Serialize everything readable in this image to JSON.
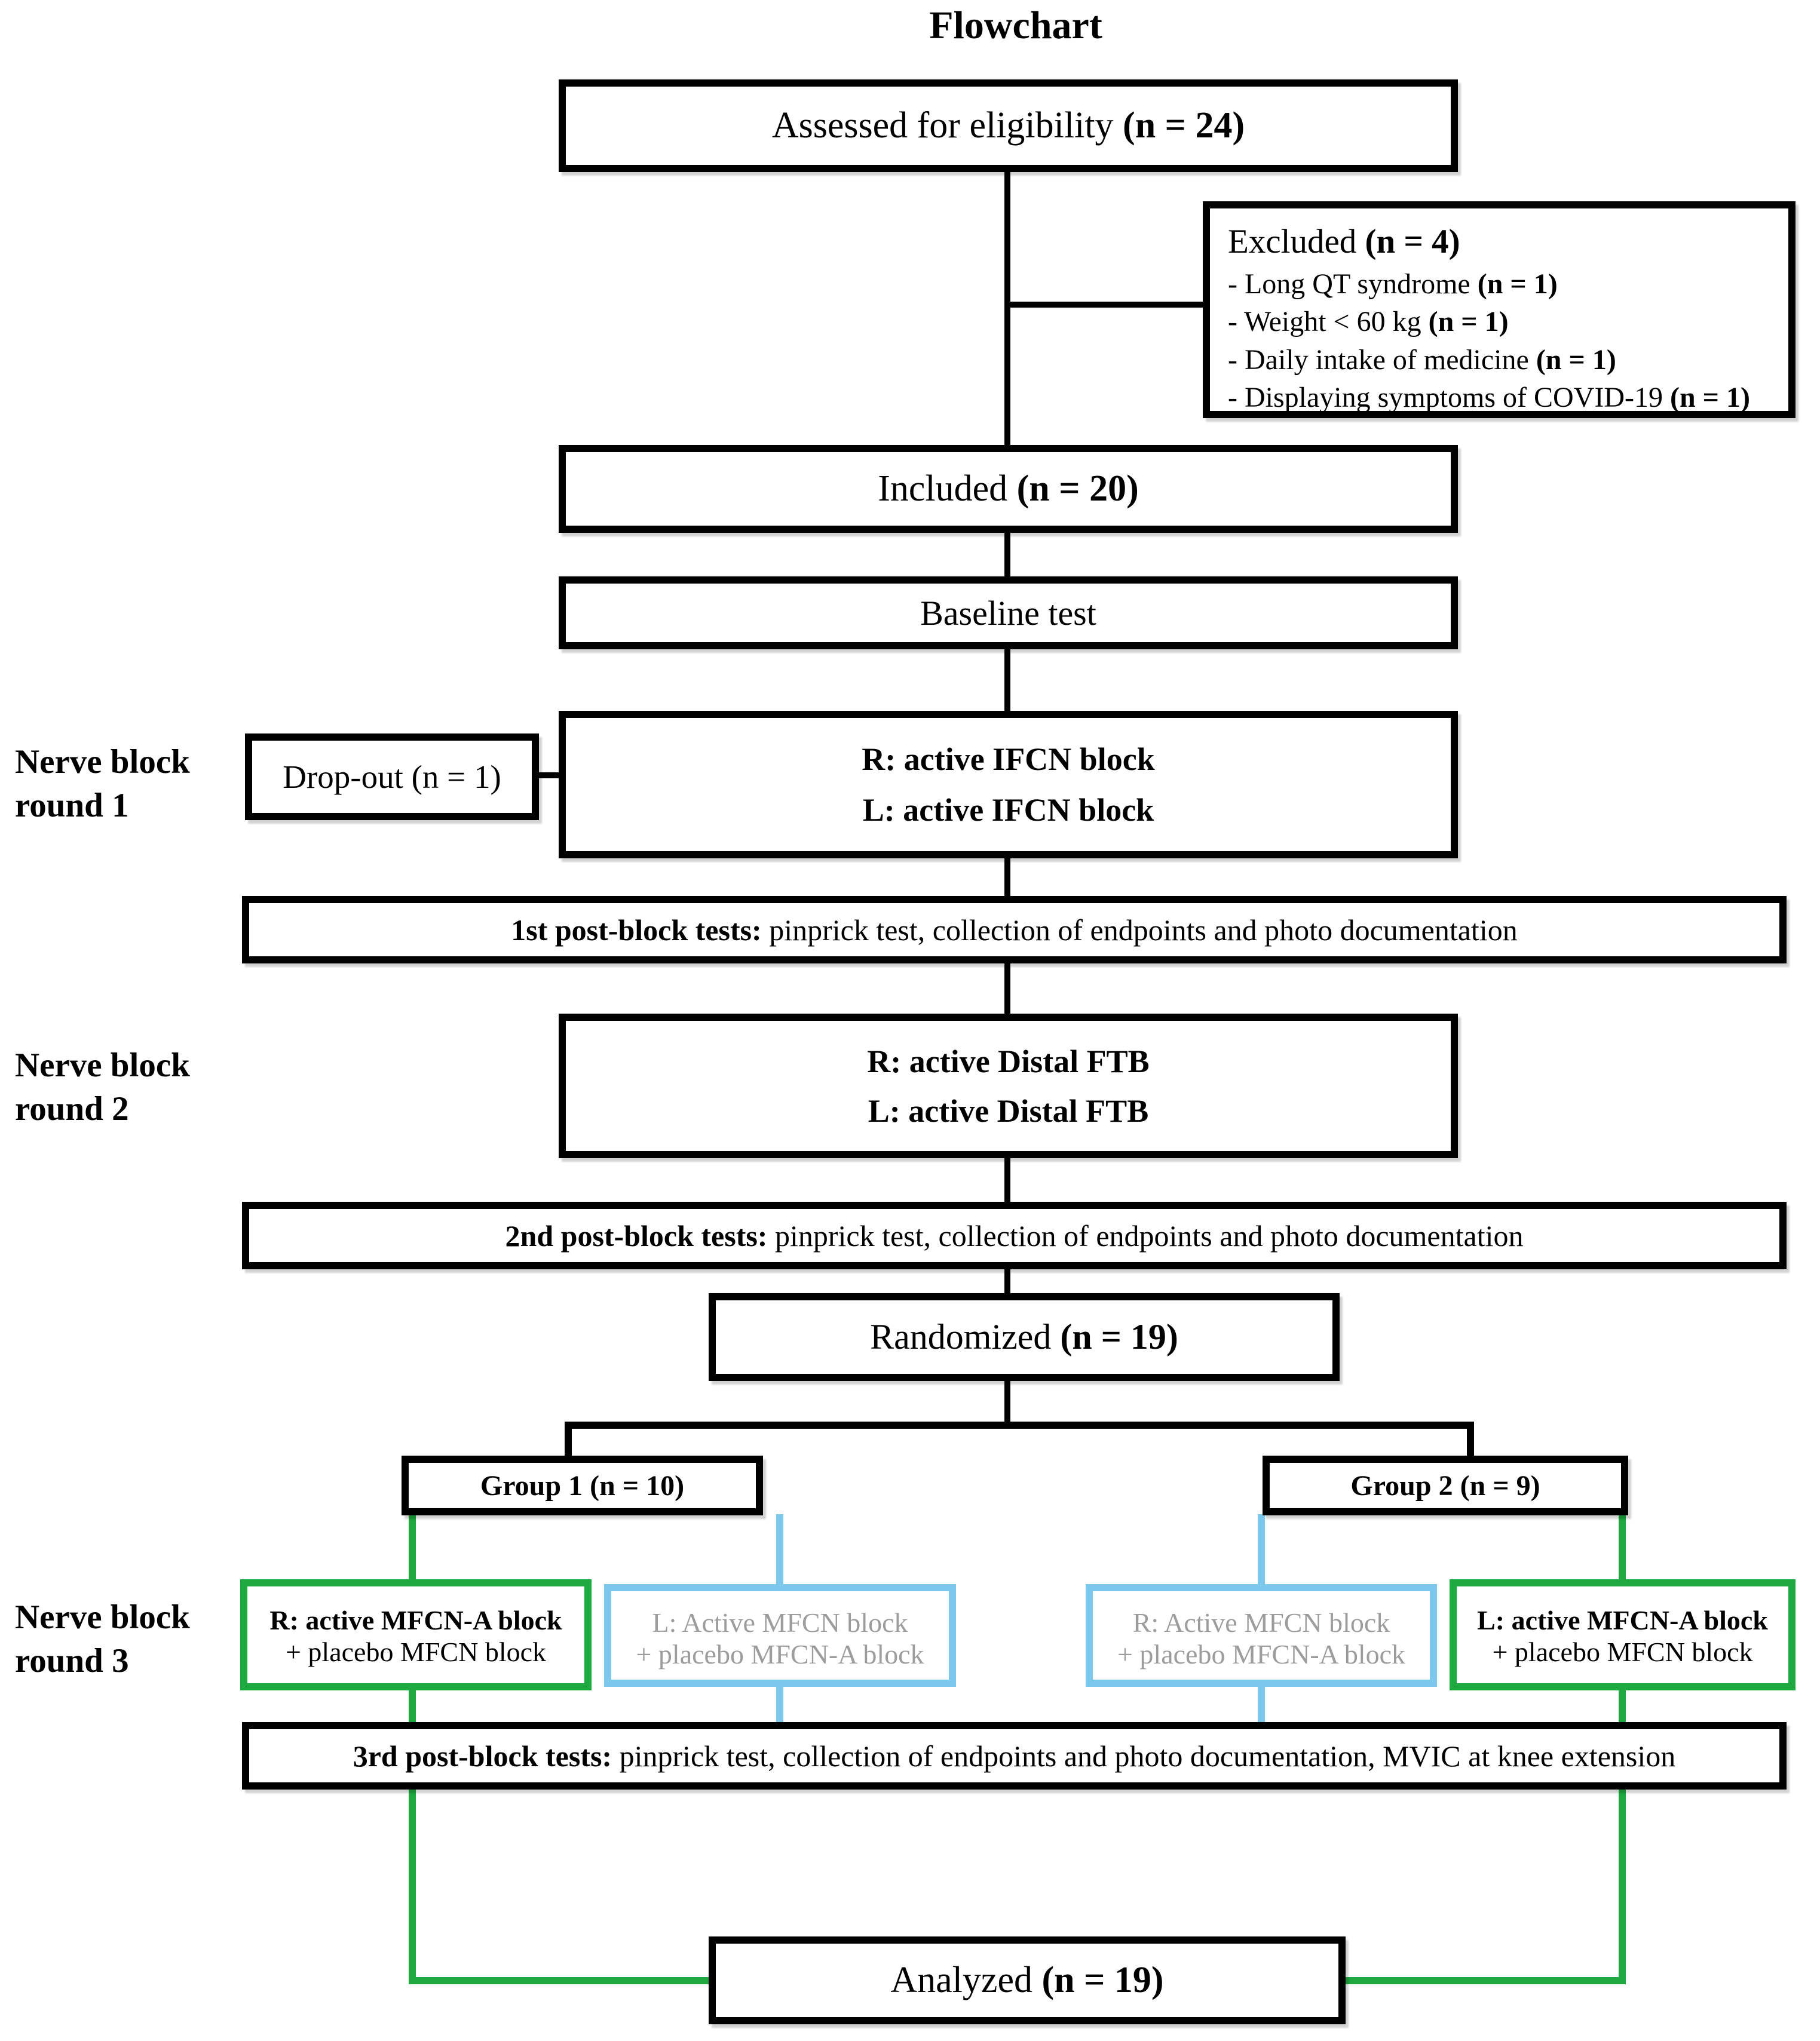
{
  "title": "Flowchart",
  "colors": {
    "green": "#1fa840",
    "light_blue": "#7cc8ec",
    "gray_text": "#9c9c9c",
    "line_black": "#000000"
  },
  "labels": {
    "round1": {
      "line1": "Nerve block",
      "line2": "round 1"
    },
    "round2": {
      "line1": "Nerve block",
      "line2": "round 2"
    },
    "round3": {
      "line1": "Nerve block",
      "line2": "round 3"
    }
  },
  "boxes": {
    "assessed": {
      "text": "Assessed for eligibility ",
      "n": "(n = 24)"
    },
    "excluded": {
      "heading": "Excluded ",
      "heading_n": "(n = 4)",
      "items": [
        {
          "text": "- Long QT syndrome ",
          "n": "(n = 1)"
        },
        {
          "text": "- Weight < 60 kg ",
          "n": "(n = 1)"
        },
        {
          "text": "- Daily intake of medicine ",
          "n": "(n = 1)"
        },
        {
          "text": "- Displaying symptoms of COVID-19 ",
          "n": "(n = 1)"
        }
      ]
    },
    "included": {
      "text": "Included ",
      "n": "(n = 20)"
    },
    "baseline": {
      "text": "Baseline test"
    },
    "dropout": {
      "text": "Drop-out (n = 1)"
    },
    "nerve_block_1": {
      "line1": "R: active IFCN block",
      "line2": "L: active IFCN block"
    },
    "post_block_1": {
      "bold": "1st post-block tests:",
      "rest": " pinprick test, collection of endpoints and photo documentation"
    },
    "nerve_block_2": {
      "line1": "R: active Distal FTB",
      "line2": "L: active Distal FTB"
    },
    "post_block_2": {
      "bold": "2nd post-block tests:",
      "rest": " pinprick test, collection of endpoints and photo documentation"
    },
    "randomized": {
      "text": "Randomized ",
      "n": "(n = 19)"
    },
    "group1": {
      "text": "Group 1 (n = 10)"
    },
    "group2": {
      "text": "Group 2 (n = 9)"
    },
    "g1_active": {
      "line1": "R: active MFCN-A block",
      "line2": "+ placebo MFCN block"
    },
    "g1_blocked": {
      "line1": "L: Active MFCN block",
      "line2": "+ placebo MFCN-A block"
    },
    "g2_blocked": {
      "line1": "R: Active MFCN block",
      "line2": "+ placebo MFCN-A block"
    },
    "g2_active": {
      "line1": "L: active MFCN-A block",
      "line2": "+ placebo MFCN block"
    },
    "post_block_3": {
      "bold": "3rd post-block tests:",
      "rest": " pinprick test, collection of endpoints and photo documentation, MVIC at knee extension"
    },
    "analyzed": {
      "text": "Analyzed ",
      "n": "(n = 19)"
    }
  }
}
